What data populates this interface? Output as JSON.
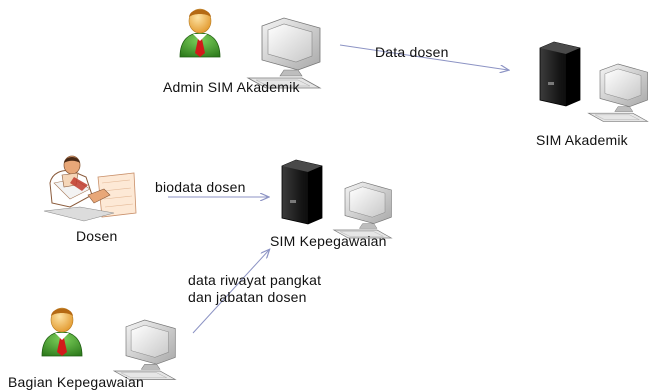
{
  "nodes": {
    "admin": {
      "label": "Admin SIM Akademik",
      "icon": "user-with-computer-icon"
    },
    "sim_akademik": {
      "label": "SIM Akademik",
      "icon": "server-with-computer-icon"
    },
    "dosen": {
      "label": "Dosen",
      "icon": "person-writing-icon"
    },
    "sim_kepegawaian": {
      "label": "SIM Kepegawaian",
      "icon": "server-with-computer-icon"
    },
    "bagian_kepegawaian": {
      "label": "Bagian Kepegawaian",
      "icon": "user-with-computer-icon"
    }
  },
  "flows": {
    "admin_to_sim_akademik": "Data dosen",
    "dosen_to_sim_kepegawaian": "biodata dosen",
    "bagian_to_sim_kepegawaian_line1": "data riwayat pangkat",
    "bagian_to_sim_kepegawaian_line2": "dan jabatan dosen"
  },
  "colors": {
    "arrow": "#8c93c4",
    "user_body": "#3a8a2a",
    "user_head": "#f2b84a",
    "tie": "#d11a1a",
    "monitor": "#d9d9d9",
    "server": "#141414"
  }
}
